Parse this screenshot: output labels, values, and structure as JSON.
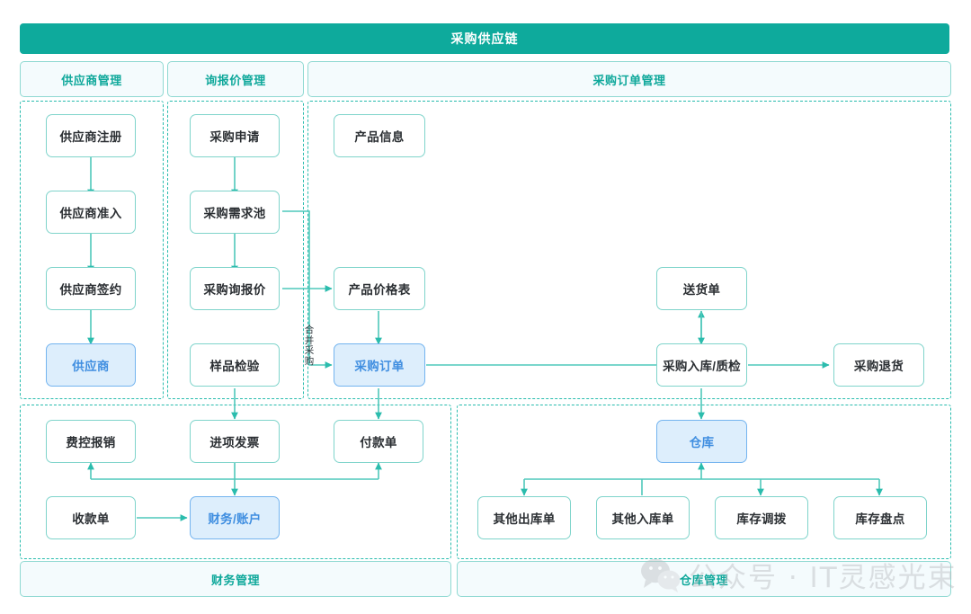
{
  "title": "采购供应链",
  "colors": {
    "header_bg": "#0eaa9c",
    "accent": "#29bcae",
    "node_border": "#7fd4cb",
    "highlight_bg": "#ddeefc",
    "highlight_border": "#74b4ef",
    "highlight_text": "#3f8ee0",
    "section_text": "#0fa89b",
    "section_bg": "#f4fbfd"
  },
  "sections": {
    "top": [
      {
        "id": "supplier",
        "label": "供应商管理"
      },
      {
        "id": "inquiry",
        "label": "询报价管理"
      },
      {
        "id": "order",
        "label": "采购订单管理"
      }
    ],
    "bottom": [
      {
        "id": "finance",
        "label": "财务管理"
      },
      {
        "id": "warehouse",
        "label": "仓库管理"
      }
    ]
  },
  "nodes": {
    "supplier_register": {
      "label": "供应商注册",
      "highlight": false
    },
    "supplier_access": {
      "label": "供应商准入",
      "highlight": false
    },
    "supplier_contract": {
      "label": "供应商签约",
      "highlight": false
    },
    "supplier": {
      "label": "供应商",
      "highlight": true
    },
    "purchase_request": {
      "label": "采购申请",
      "highlight": false
    },
    "demand_pool": {
      "label": "采购需求池",
      "highlight": false
    },
    "purchase_inquiry": {
      "label": "采购询报价",
      "highlight": false
    },
    "sample_check": {
      "label": "样品检验",
      "highlight": false
    },
    "product_info": {
      "label": "产品信息",
      "highlight": false
    },
    "price_list": {
      "label": "产品价格表",
      "highlight": false
    },
    "purchase_order": {
      "label": "采购订单",
      "highlight": true
    },
    "delivery_note": {
      "label": "送货单",
      "highlight": false
    },
    "inbound_qc": {
      "label": "采购入库/质检",
      "highlight": false
    },
    "purchase_return": {
      "label": "采购退货",
      "highlight": false
    },
    "expense_claim": {
      "label": "费控报销",
      "highlight": false
    },
    "input_invoice": {
      "label": "进项发票",
      "highlight": false
    },
    "payment_slip": {
      "label": "付款单",
      "highlight": false
    },
    "receipt_slip": {
      "label": "收款单",
      "highlight": false
    },
    "finance_account": {
      "label": "财务/账户",
      "highlight": true
    },
    "warehouse": {
      "label": "仓库",
      "highlight": true
    },
    "other_outbound": {
      "label": "其他出库单",
      "highlight": false
    },
    "other_inbound": {
      "label": "其他入库单",
      "highlight": false
    },
    "stock_transfer": {
      "label": "库存调拨",
      "highlight": false
    },
    "stock_count": {
      "label": "库存盘点",
      "highlight": false
    }
  },
  "edge_labels": {
    "merge_purchase": "合并采购"
  },
  "watermark": {
    "text": "公众号 · IT灵感光束",
    "icon": "wechat-icon"
  }
}
